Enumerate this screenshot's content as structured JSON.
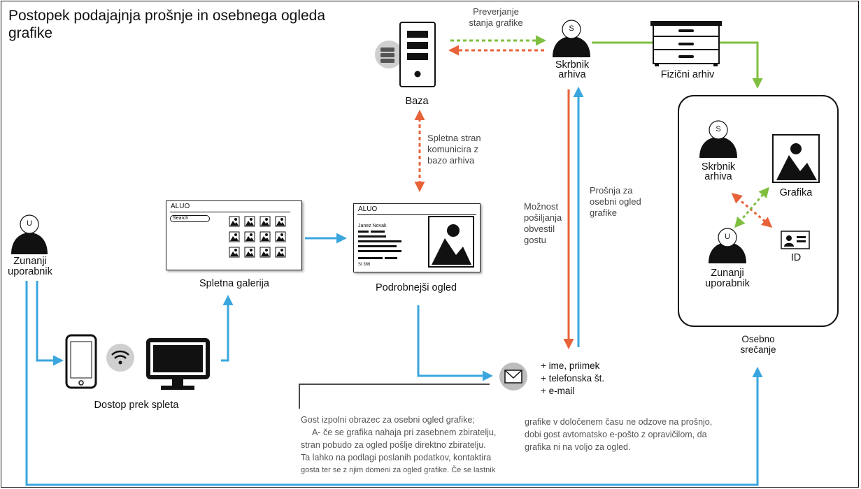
{
  "title": "Postopek podajajnja prošnje in osebnega ogleda grafike",
  "nodes": {
    "database": "Baza",
    "curator_top_letter": "S",
    "curator_top": "Skrbnik arhiva",
    "physical_archive": "Fizični arhiv",
    "external_user_letter": "U",
    "external_user": "Zunanji uporabnik",
    "web_gallery": "Spletna galerija",
    "detail_view": "Podrobnejši ogled",
    "web_access": "Dostop prek spleta",
    "personal_meeting": "Osebno srečanje",
    "meeting_curator_letter": "S",
    "meeting_curator": "Skrbnik arhiva",
    "meeting_artwork": "Grafika",
    "meeting_user_letter": "U",
    "meeting_user": "Zunanji uporabnik",
    "meeting_id": "ID"
  },
  "arrow_labels": {
    "check_state": "Preverjanje stanja grafike",
    "web_communicates": "Spletna stran komunicira z bazo arhiva",
    "notify_option": "Možnost pošiljanja obvestil gostu",
    "request": "Prošnja za osebni ogled grafike"
  },
  "form_fields": [
    "+ ime, priimek",
    "+ telefonska št.",
    "+ e-mail"
  ],
  "gallery_card": {
    "brand": "ALUO",
    "search": "Search"
  },
  "detail_card": {
    "brand": "ALUO",
    "author": "Janez Novak",
    "code": "SI 386"
  },
  "description_left": [
    "Gost izpolni obrazec za osebni ogled grafike;",
    "A- če se grafika nahaja pri zasebnem zbiratelju,",
    "stran pobudo za ogled pošlje direktno zbiratelju.",
    "Ta lahko na podlagi poslanih podatkov, kontaktira",
    "gosta ter se z njim domeni za ogled grafike. Če se lastnik"
  ],
  "description_right": [
    "grafike v določenem času ne odzove na prošnjo,",
    "dobi gost avtomatsko e-pošto z opravičilom, da",
    "grafika ni na voljo za ogled."
  ],
  "colors": {
    "blue": "#3aa6dd",
    "green": "#7fbf3f",
    "orange": "#e8623a",
    "black": "#111111"
  },
  "icons": [
    "server-icon",
    "database-icon",
    "user-s-icon",
    "cabinet-icon",
    "user-u-icon",
    "image-icon",
    "id-card-icon",
    "envelope-icon",
    "wifi-icon",
    "phone-icon",
    "monitor-icon"
  ]
}
